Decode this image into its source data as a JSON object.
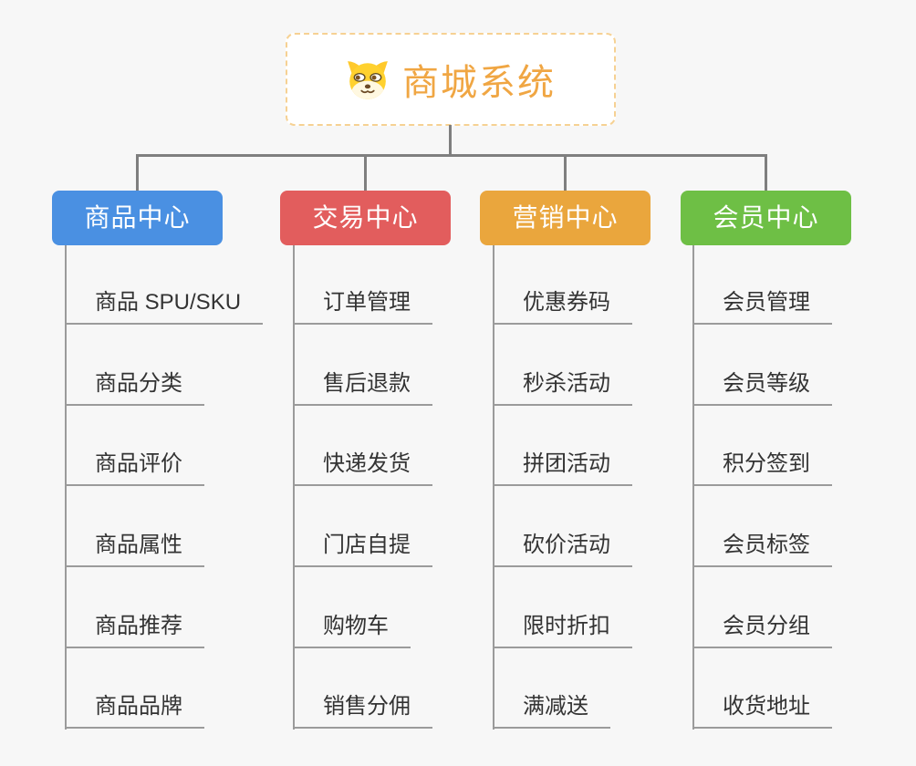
{
  "root": {
    "title": "商城系统",
    "icon": "dog-face-icon"
  },
  "branches": [
    {
      "label": "商品中心",
      "color": "#4A90E2",
      "items": [
        "商品 SPU/SKU",
        "商品分类",
        "商品评价",
        "商品属性",
        "商品推荐",
        "商品品牌"
      ]
    },
    {
      "label": "交易中心",
      "color": "#E25D5D",
      "items": [
        "订单管理",
        "售后退款",
        "快递发货",
        "门店自提",
        "购物车",
        "销售分佣"
      ]
    },
    {
      "label": "营销中心",
      "color": "#EAA63D",
      "items": [
        "优惠券码",
        "秒杀活动",
        "拼团活动",
        "砍价活动",
        "限时折扣",
        "满减送"
      ]
    },
    {
      "label": "会员中心",
      "color": "#6EBF45",
      "items": [
        "会员管理",
        "会员等级",
        "积分签到",
        "会员标签",
        "会员分组",
        "收货地址"
      ]
    }
  ],
  "colors": {
    "background": "#F7F7F7",
    "connector": "#7F7F7F",
    "item_line": "#9B9B9B",
    "item_text": "#333333",
    "root_text": "#F0A643",
    "root_border": "#F6D193"
  }
}
